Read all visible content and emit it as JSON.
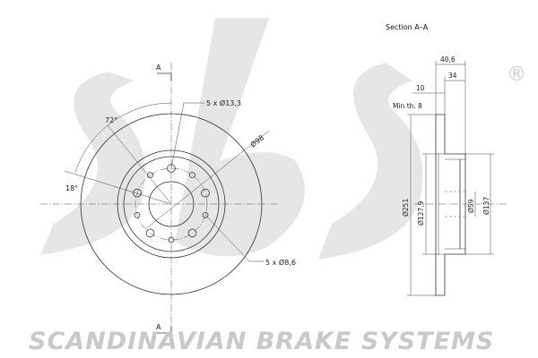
{
  "logo": {
    "text": "sbs",
    "registered_mark": "®"
  },
  "brand_text": "SCANDINAVIAN BRAKE SYSTEMS",
  "section_title": "Section A–A",
  "section_markers": {
    "top": "A",
    "bottom": "A"
  },
  "front_view": {
    "bolt_holes": "5 x Ø13,3",
    "small_holes": "5 x Ø8,6",
    "pcd": "Ø98",
    "angle_72": "72°",
    "angle_18": "18°"
  },
  "side_view": {
    "overall_height": "40,6",
    "hat_height": "34",
    "disc_thickness": "10",
    "min_thickness": "Min th. 8",
    "outer_diameter": "Ø251",
    "hat_diameter": "Ø127,9",
    "center_bore": "Ø59",
    "hat_outer": "Ø137"
  },
  "colors": {
    "line": "#333333",
    "watermark": "#c9c9c9",
    "background": "#ffffff"
  }
}
